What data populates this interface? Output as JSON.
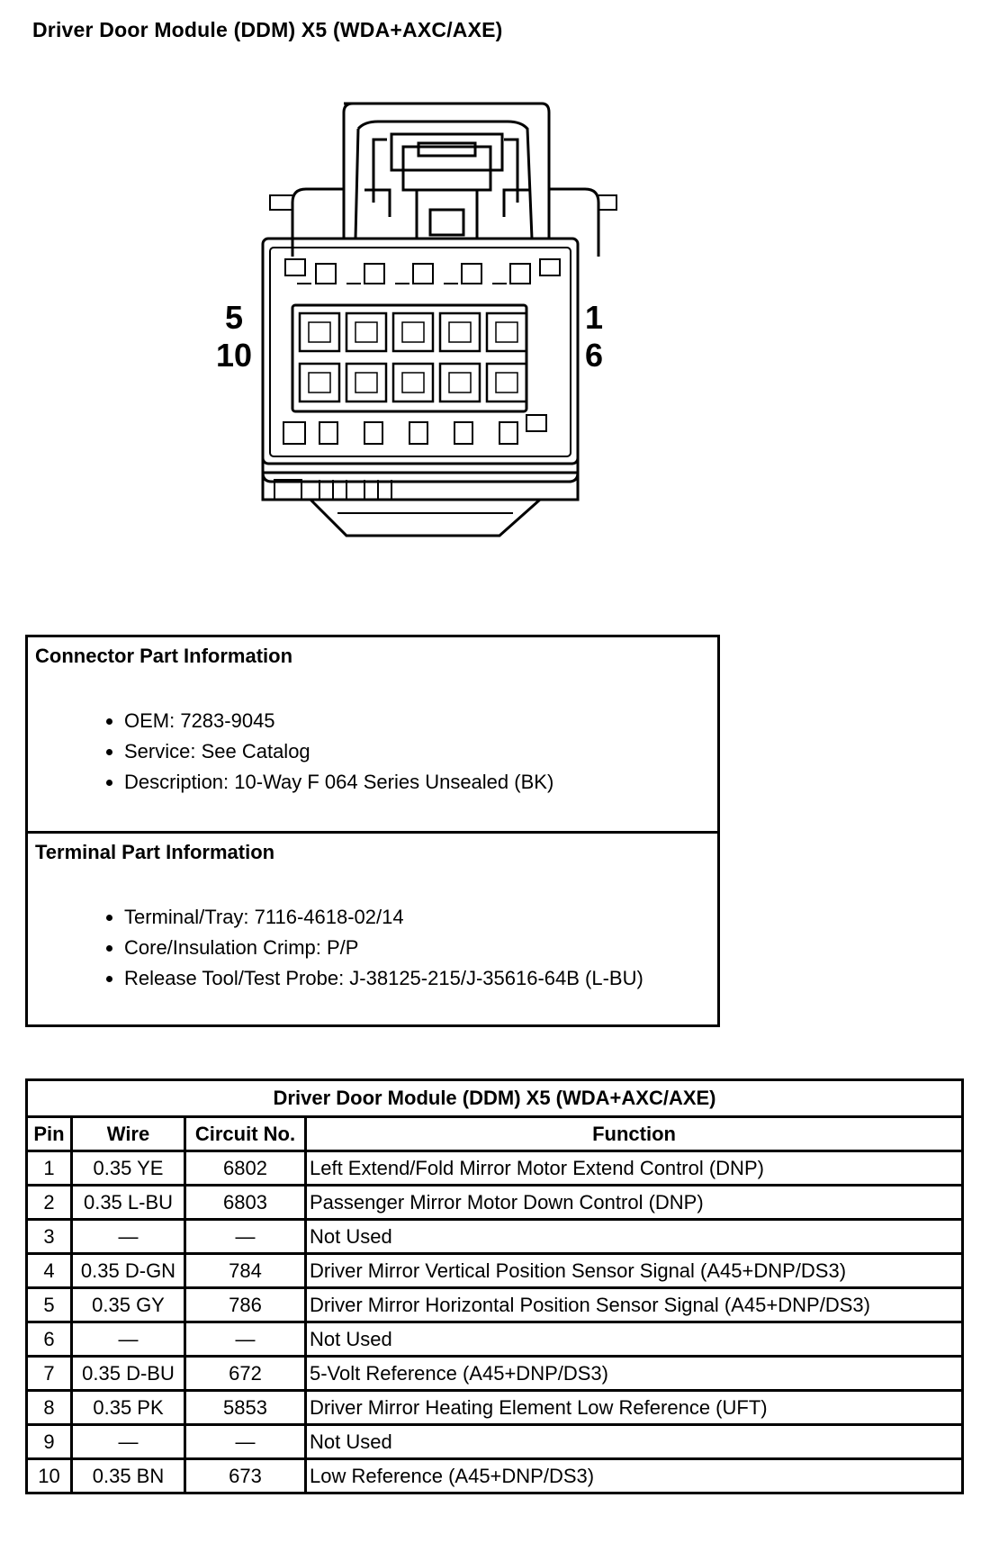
{
  "title": "Driver Door Module (DDM) X5 (WDA+AXC/AXE)",
  "connector_view": {
    "pin_labels": {
      "top_left": "5",
      "bottom_left": "10",
      "top_right": "1",
      "bottom_right": "6"
    }
  },
  "connector_part_info": {
    "heading": "Connector Part Information",
    "items": [
      "OEM: 7283-9045",
      "Service: See Catalog",
      "Description: 10-Way F 064 Series Unsealed (BK)"
    ]
  },
  "terminal_part_info": {
    "heading": "Terminal Part Information",
    "items": [
      "Terminal/Tray: 7116-4618-02/14",
      "Core/Insulation Crimp: P/P",
      "Release Tool/Test Probe: J-38125-215/J-35616-64B (L-BU)"
    ]
  },
  "pinout_table": {
    "caption": "Driver Door Module (DDM) X5 (WDA+AXC/AXE)",
    "headers": [
      "Pin",
      "Wire",
      "Circuit No.",
      "Function"
    ],
    "rows": [
      [
        "1",
        "0.35 YE",
        "6802",
        "Left Extend/Fold Mirror Motor Extend Control (DNP)"
      ],
      [
        "2",
        "0.35 L-BU",
        "6803",
        "Passenger Mirror Motor Down Control (DNP)"
      ],
      [
        "3",
        "—",
        "—",
        "Not Used"
      ],
      [
        "4",
        "0.35 D-GN",
        "784",
        "Driver Mirror Vertical Position Sensor Signal (A45+DNP/DS3)"
      ],
      [
        "5",
        "0.35 GY",
        "786",
        "Driver Mirror Horizontal Position Sensor Signal (A45+DNP/DS3)"
      ],
      [
        "6",
        "—",
        "—",
        "Not Used"
      ],
      [
        "7",
        "0.35 D-BU",
        "672",
        "5-Volt Reference (A45+DNP/DS3)"
      ],
      [
        "8",
        "0.35 PK",
        "5853",
        "Driver Mirror Heating Element Low Reference (UFT)"
      ],
      [
        "9",
        "—",
        "—",
        "Not Used"
      ],
      [
        "10",
        "0.35 BN",
        "673",
        "Low Reference (A45+DNP/DS3)"
      ]
    ]
  }
}
